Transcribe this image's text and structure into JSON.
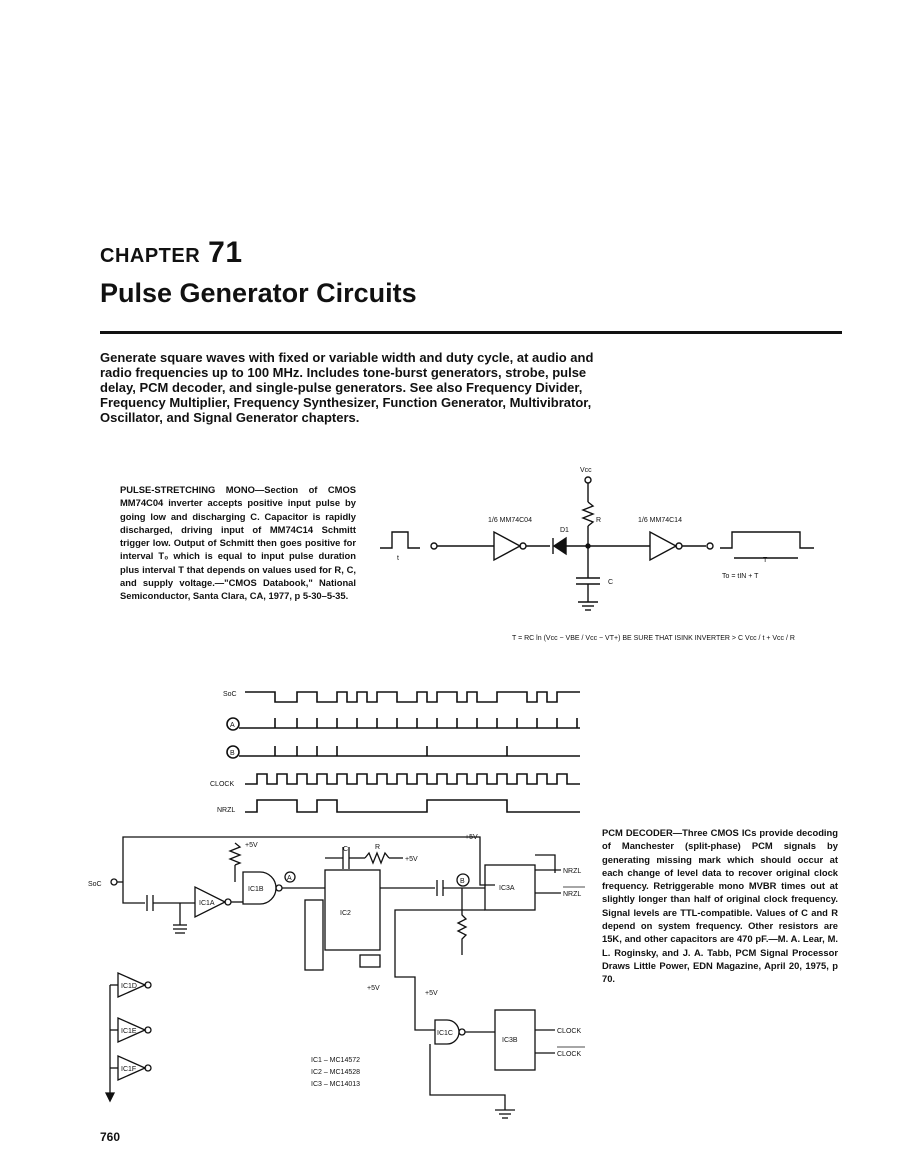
{
  "chapter": {
    "label": "CHAPTER",
    "number": "71",
    "title": "Pulse Generator Circuits"
  },
  "intro": "Generate square waves with fixed or variable width and duty cycle, at audio and radio frequencies up to 100 MHz. Includes tone-burst generators, strobe, pulse delay, PCM decoder, and single-pulse generators. See also Frequency Divider, Frequency Multiplier, Frequency Synthesizer, Function Generator, Multivibrator, Oscillator, and Signal Generator chapters.",
  "section1": {
    "caption": "PULSE-STRETCHING MONO—Section of CMOS MM74C04 inverter accepts positive input pulse by going low and discharging C. Capacitor is rapidly discharged, driving input of MM74C14 Schmitt trigger low. Output of Schmitt then goes positive for interval T₀ which is equal to input pulse duration plus interval T that depends on values used for R, C, and supply voltage.—\"CMOS Databook,\" National Semiconductor, Santa Clara, CA, 1977, p 5-30–5-35.",
    "labels": {
      "vcc": "Vcc",
      "inv1": "1/6 MM74C04",
      "inv2": "1/6 MM74C14",
      "d1": "D1",
      "r": "R",
      "c": "C",
      "t": "t",
      "tt": "T",
      "to_eq": "To = tIN + T",
      "formula": "T = RC ln (Vcc − VBE / Vcc − VT+)   BE SURE THAT  ISINK INVERTER  >  C Vcc / t  +  Vcc / R"
    }
  },
  "section2": {
    "caption": "PCM DECODER—Three CMOS ICs provide decoding of Manchester (split-phase) PCM signals by generating missing mark which should occur at each change of level data to recover original clock frequency. Retriggerable mono MVBR times out at slightly longer than half of original clock frequency. Signal levels are TTL-compatible. Values of C and R depend on system frequency. Other resistors are 15K, and other capacitors are 470 pF.—M. A. Lear, M. L. Roginsky, and J. A. Tabb, PCM Signal Processor Draws Little Power, EDN Magazine, April 20, 1975, p 70.",
    "waveform_labels": {
      "soc": "SoC",
      "a": "A",
      "b": "B",
      "clock": "CLOCK",
      "nrzl": "NRZL"
    },
    "schematic": {
      "plus5v": "+5V",
      "soc": "SoC",
      "c": "C",
      "r": "R",
      "ic1a": "IC1A",
      "ic1b": "IC1B",
      "ic1c": "IC1C",
      "ic1d": "IC1D",
      "ic1e": "IC1E",
      "ic1f": "IC1F",
      "ic2": "IC2",
      "ic3a": "IC3A",
      "ic3b": "IC3B",
      "nrzl": "NRZL",
      "nrzl_bar": "NRZL",
      "clock": "CLOCK",
      "clock_bar": "CLOCK",
      "a": "A",
      "b": "B",
      "parts": [
        "IC1 – MC14572",
        "IC2 – MC14528",
        "IC3 – MC14013"
      ]
    }
  },
  "page_number": "760"
}
